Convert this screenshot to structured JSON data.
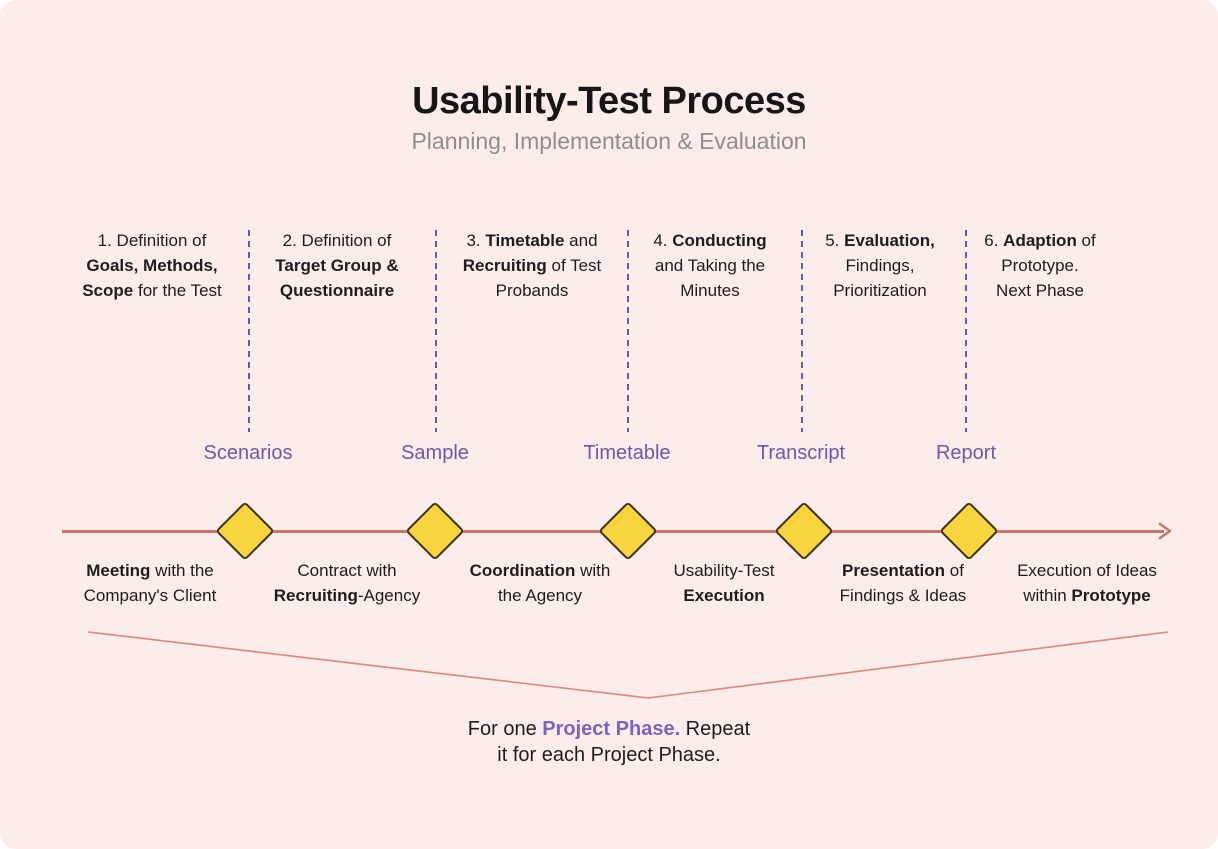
{
  "title": "Usability-Test Process",
  "subtitle": "Planning, Implementation & Evaluation",
  "colors": {
    "background": "#fdedea",
    "title_color": "#161616",
    "subtitle_color": "#8e8d90",
    "text_dark": "#1d1d1f",
    "purple_dash": "#6a5b9e",
    "purple_label": "#6d58ab",
    "accent_purple": "#7c63be",
    "timeline": "#c9756a",
    "funnel": "#e0857b",
    "diamond_fill": "#f8d53e",
    "diamond_border": "#3e3312"
  },
  "phases": [
    {
      "lines": [
        [
          {
            "t": "1. Definition of",
            "b": false
          }
        ],
        [
          {
            "t": "Goals, Methods,",
            "b": true
          }
        ],
        [
          {
            "t": "Scope",
            "b": true
          },
          {
            "t": " for the Test",
            "b": false
          }
        ]
      ]
    },
    {
      "lines": [
        [
          {
            "t": "2. Definition of",
            "b": false
          }
        ],
        [
          {
            "t": "Target Group &",
            "b": true
          }
        ],
        [
          {
            "t": "Questionnaire",
            "b": true
          }
        ]
      ]
    },
    {
      "lines": [
        [
          {
            "t": "3. ",
            "b": false
          },
          {
            "t": "Timetable",
            "b": true
          },
          {
            "t": " and",
            "b": false
          }
        ],
        [
          {
            "t": "Recruiting",
            "b": true
          },
          {
            "t": " of Test",
            "b": false
          }
        ],
        [
          {
            "t": "Probands",
            "b": false
          }
        ]
      ]
    },
    {
      "lines": [
        [
          {
            "t": "4. ",
            "b": false
          },
          {
            "t": "Conducting",
            "b": true
          }
        ],
        [
          {
            "t": "and Taking the",
            "b": false
          }
        ],
        [
          {
            "t": "Minutes",
            "b": false
          }
        ]
      ]
    },
    {
      "lines": [
        [
          {
            "t": "5. ",
            "b": false
          },
          {
            "t": "Evaluation,",
            "b": true
          }
        ],
        [
          {
            "t": "Findings,",
            "b": false
          }
        ],
        [
          {
            "t": "Prioritization",
            "b": false
          }
        ]
      ]
    },
    {
      "lines": [
        [
          {
            "t": "6. ",
            "b": false
          },
          {
            "t": "Adaption",
            "b": true
          },
          {
            "t": " of",
            "b": false
          }
        ],
        [
          {
            "t": "Prototype.",
            "b": false
          }
        ],
        [
          {
            "t": "Next Phase",
            "b": false
          }
        ]
      ]
    }
  ],
  "artifacts": [
    "Scenarios",
    "Sample",
    "Timetable",
    "Transcript",
    "Report"
  ],
  "milestones": [
    {
      "lines": [
        [
          {
            "t": "Meeting",
            "b": true
          },
          {
            "t": " with the",
            "b": false
          }
        ],
        [
          {
            "t": "Company's Client",
            "b": false
          }
        ]
      ]
    },
    {
      "lines": [
        [
          {
            "t": "Contract with",
            "b": false
          }
        ],
        [
          {
            "t": "Recruiting",
            "b": true
          },
          {
            "t": "-Agency",
            "b": false
          }
        ]
      ]
    },
    {
      "lines": [
        [
          {
            "t": "Coordination",
            "b": true
          },
          {
            "t": " with",
            "b": false
          }
        ],
        [
          {
            "t": "the Agency",
            "b": false
          }
        ]
      ]
    },
    {
      "lines": [
        [
          {
            "t": "Usability-Test",
            "b": false
          }
        ],
        [
          {
            "t": "Execution",
            "b": true
          }
        ]
      ]
    },
    {
      "lines": [
        [
          {
            "t": "Presentation",
            "b": true
          },
          {
            "t": " of",
            "b": false
          }
        ],
        [
          {
            "t": "Findings & Ideas",
            "b": false
          }
        ]
      ]
    },
    {
      "lines": [
        [
          {
            "t": "Execution of Ideas",
            "b": false
          }
        ],
        [
          {
            "t": "within ",
            "b": false
          },
          {
            "t": "Prototype",
            "b": true
          }
        ]
      ]
    }
  ],
  "footer": {
    "lines": [
      [
        {
          "t": "For one ",
          "b": false
        },
        {
          "t": "Project Phase.",
          "b": true,
          "a": true
        },
        {
          "t": " Repeat",
          "b": false
        }
      ],
      [
        {
          "t": "it for each Project Phase.",
          "b": false
        }
      ]
    ]
  }
}
